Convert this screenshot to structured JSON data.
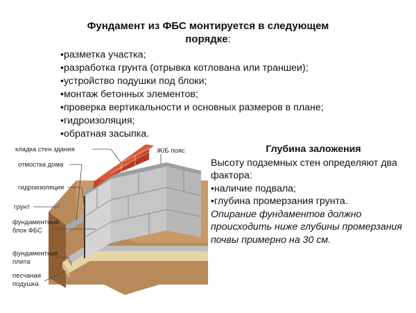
{
  "title": {
    "line1": "Фундамент из ФБС монтируется в следующем",
    "line2": "порядке",
    "colon": ":"
  },
  "steps": [
    "•разметка участка;",
    "•разработка грунта (отрывка котлована или траншеи);",
    "•устройство подушки под блоки;",
    "•монтаж бетонных элементов;",
    "•проверка вертикальности и основных размеров в плане;",
    "•гидроизоляция;",
    "•обратная засыпка."
  ],
  "diagram": {
    "labels": {
      "masonry": "кладка стен здания",
      "blind_area": "отмостка дома",
      "waterproofing": "гидроизоляция",
      "soil": "грунт",
      "block_line1": "фундаментный",
      "block_line2": "блок ФБС",
      "slab_line1": "фундаментная",
      "slab_line2": "плита",
      "sand_line1": "песчаная",
      "sand_line2": "подушка",
      "belt": "Ж/Б пояс"
    },
    "colors": {
      "brick": "#c8452a",
      "concrete": "#c9c9c9",
      "soil": "#b8895a",
      "soil_dark": "#8f5f34",
      "sand": "#e9d6a6"
    }
  },
  "depth": {
    "title": "Глубина заложения",
    "intro": "Высоту подземных стен определяют два фактора:",
    "factors": [
      "•наличие подвала;",
      "•глубина промерзания грунта."
    ],
    "note": "Опирание фундаментов должно происходить ниже глубины промерзания почвы примерно на 30 см."
  }
}
